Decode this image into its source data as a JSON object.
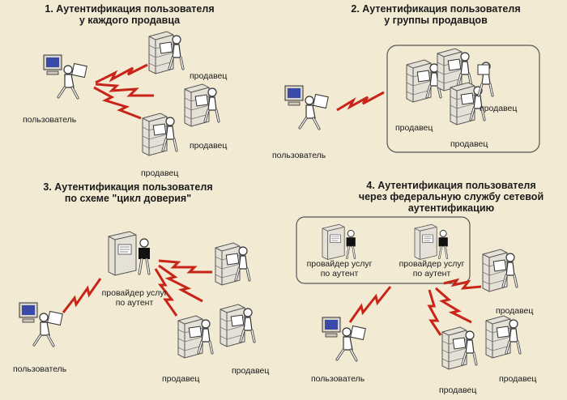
{
  "panels": [
    {
      "title_line1": "1. Аутентификация пользователя",
      "title_line2": "у каждого продавца"
    },
    {
      "title_line1": "2. Аутентификация пользователя",
      "title_line2": "у группы продавцов"
    },
    {
      "title_line1": "3. Аутентификация пользователя",
      "title_line2": "по схеме \"цикл доверия\""
    },
    {
      "title_line1": "4. Аутентификация пользователя",
      "title_line2": "через федеральную службу сетевой",
      "title_line3": "аутентификацию"
    }
  ],
  "labels": {
    "user": "пользователь",
    "seller": "продавец",
    "provider_line1": "провайдер услуг",
    "provider_line2": "по аутент"
  },
  "colors": {
    "background": "#f3ead4",
    "lightning": "#c82418",
    "screen": "#3a4aa8",
    "box_outline": "#444444"
  }
}
